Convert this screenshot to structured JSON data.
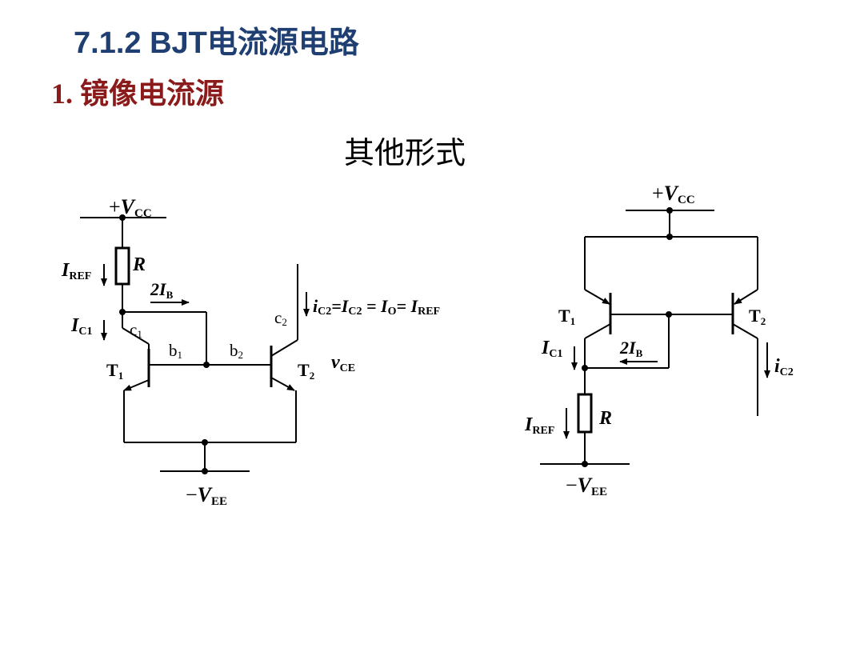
{
  "header": {
    "title": "7.1.2 BJT电流源电路",
    "subtitle": "1. 镜像电流源",
    "caption": "其他形式"
  },
  "left_circuit": {
    "vcc": {
      "sign": "+",
      "main": "V",
      "sub": "CC"
    },
    "vee": {
      "sign": "−",
      "main": "V",
      "sub": "EE"
    },
    "iref": {
      "main": "I",
      "sub": "REF"
    },
    "r": "R",
    "two_ib": {
      "main": "2I",
      "sub": "B"
    },
    "ic1": {
      "main": "I",
      "sub": "C1"
    },
    "c1": {
      "main": "c",
      "sub": "1"
    },
    "c2": {
      "main": "c",
      "sub": "2"
    },
    "b1": {
      "main": "b",
      "sub": "1"
    },
    "b2": {
      "main": "b",
      "sub": "2"
    },
    "t1": {
      "main": "T",
      "sub": "1"
    },
    "t2": {
      "main": "T",
      "sub": "2"
    },
    "vce": {
      "main": "v",
      "sub": "CE"
    },
    "equation": {
      "p1": "i",
      "p2": "C2",
      "p3": "=I",
      "p4": "C2",
      "p5": " = I",
      "p6": "O",
      "p7": "= I",
      "p8": "REF"
    }
  },
  "right_circuit": {
    "vcc": {
      "sign": "+",
      "main": "V",
      "sub": "CC"
    },
    "vee": {
      "sign": "−",
      "main": "V",
      "sub": "EE"
    },
    "t1": {
      "main": "T",
      "sub": "1"
    },
    "t2": {
      "main": "T",
      "sub": "2"
    },
    "ic1": {
      "main": "I",
      "sub": "C1"
    },
    "two_ib": {
      "main": "2I",
      "sub": "B"
    },
    "ic2": {
      "main": "i",
      "sub": "C2"
    },
    "iref": {
      "main": "I",
      "sub": "REF"
    },
    "r": "R"
  }
}
